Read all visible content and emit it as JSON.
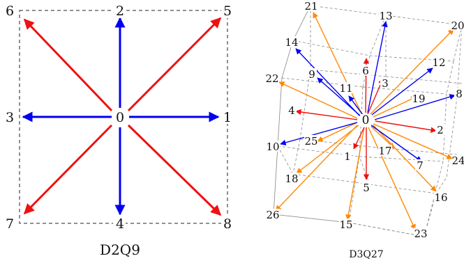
{
  "d2q9": {
    "caption": "D2Q9",
    "center": "0",
    "nodes": [
      "1",
      "2",
      "3",
      "4",
      "5",
      "6",
      "7",
      "8"
    ],
    "colors": {
      "axis": "#0000ee",
      "diagonal": "#ee1111"
    }
  },
  "d3q27": {
    "caption": "D3Q27",
    "center": "0",
    "labels": [
      "1",
      "2",
      "3",
      "4",
      "5",
      "6",
      "7",
      "8",
      "9",
      "10",
      "11",
      "12",
      "13",
      "14",
      "15",
      "16",
      "17",
      "18",
      "19",
      "20",
      "21",
      "22",
      "23",
      "24",
      "25",
      "26"
    ],
    "colors": {
      "face": "#0000ee",
      "edge": "#ee1111",
      "corner": "#ff8800",
      "lattice": "#888888"
    }
  }
}
